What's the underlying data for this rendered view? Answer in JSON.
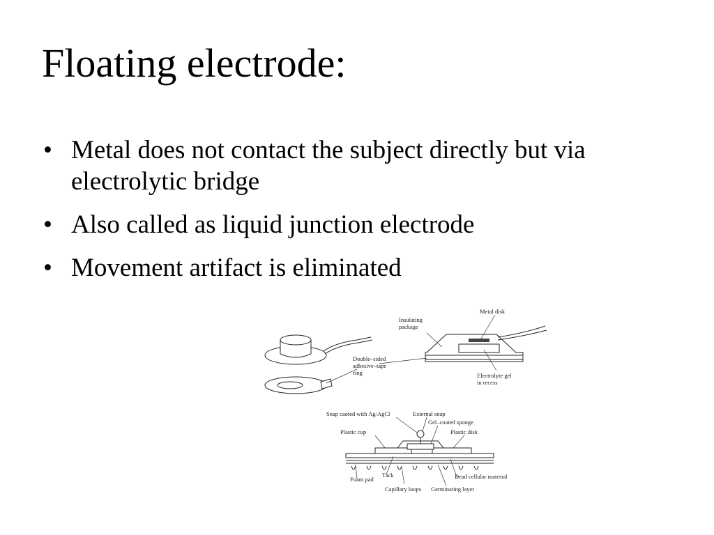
{
  "slide": {
    "title": "Floating electrode:",
    "bullets": [
      "Metal does not contact the subject directly but via electrolytic bridge",
      "Also called as liquid junction electrode",
      "Movement artifact is eliminated"
    ]
  },
  "figure_top": {
    "labels": {
      "metal_disk": "Metal disk",
      "insulating_package_1": "Insulating",
      "insulating_package_2": "package",
      "tape_1": "Double–sided",
      "tape_2": "adhesive–tape",
      "tape_3": "ring",
      "gel_1": "Electrolyte gel",
      "gel_2": "in recess"
    }
  },
  "figure_bottom": {
    "labels": {
      "snap_coated": "Snap caoted with Ag/AgCl",
      "external_snap": "External snap",
      "gel_sponge": "Gel–coated sponge",
      "plastic_cup": "Plastic cup",
      "plastic_disk": "Plastic disk",
      "foam_pad": "Foam pad",
      "tack": "Tack",
      "capillary_loops": "Capillary loops",
      "dead_cellular": "Dead cellular material",
      "germinating_layer": "Germinating layer"
    }
  }
}
